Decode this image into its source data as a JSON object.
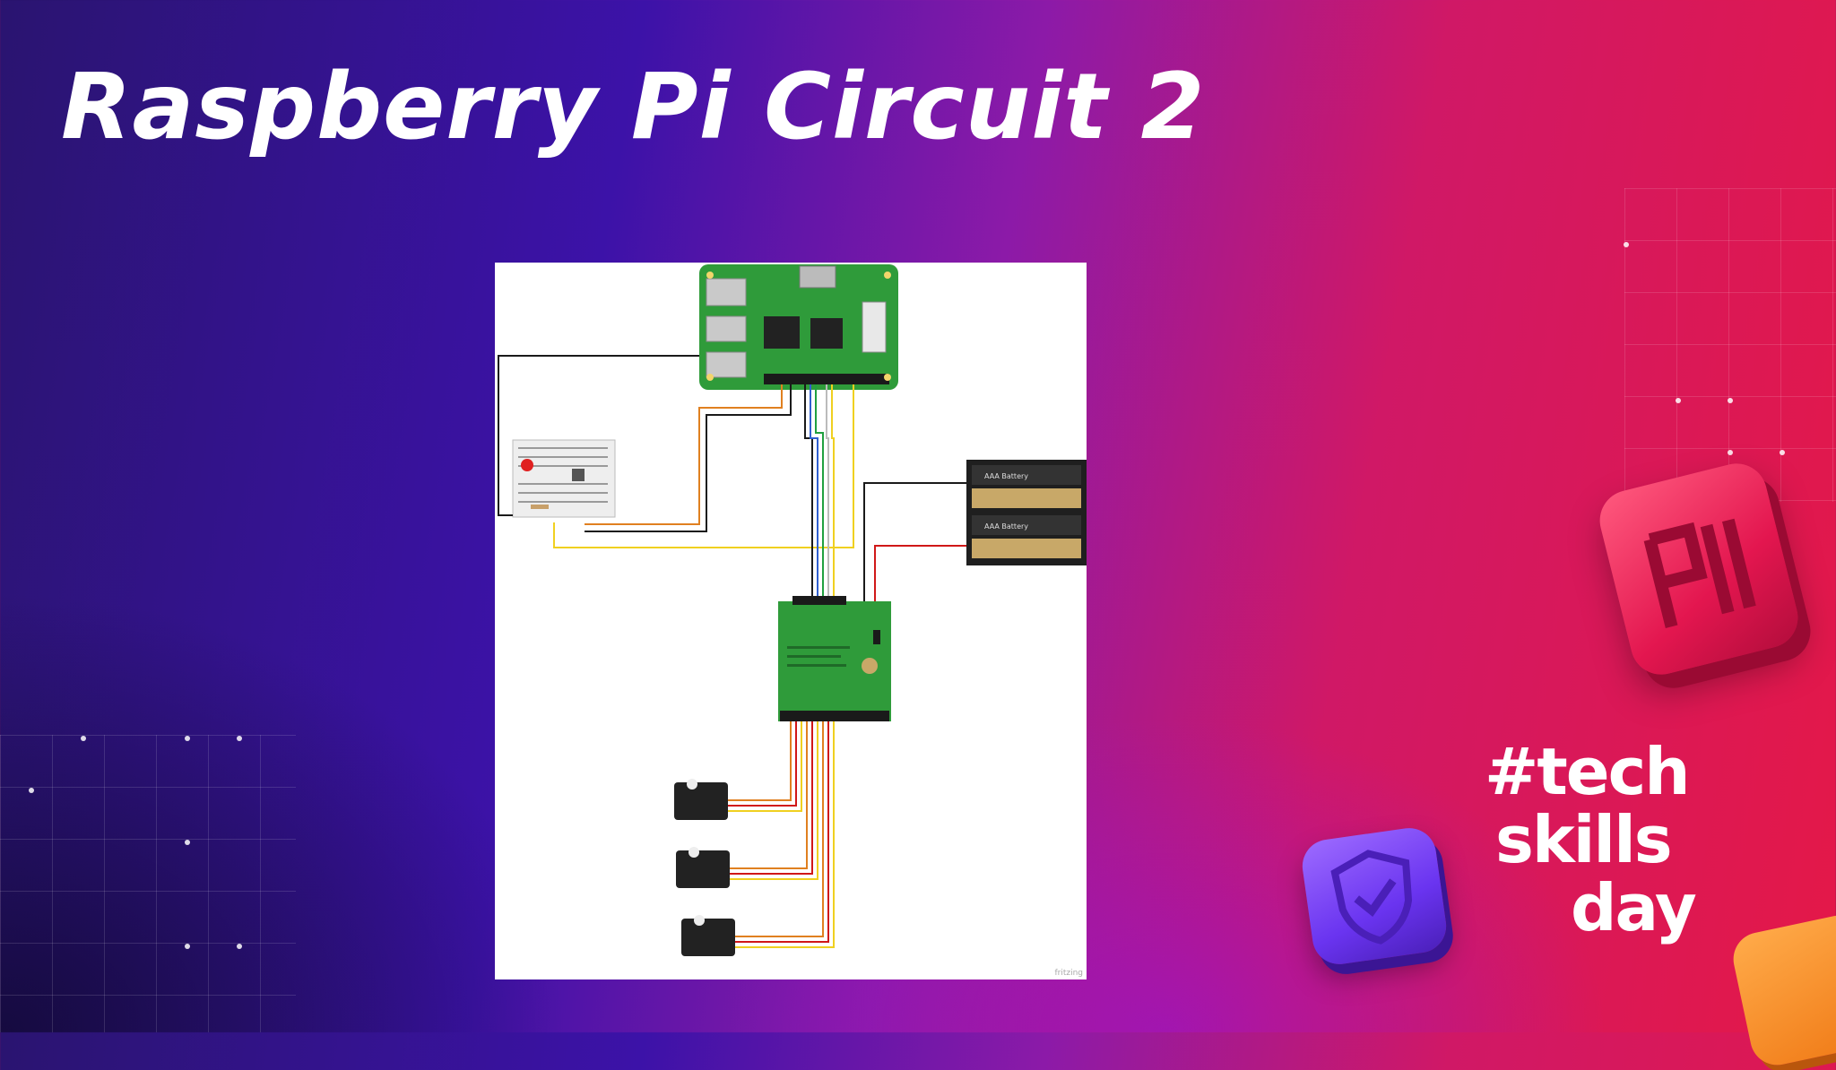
{
  "slide": {
    "title": "Raspberry Pi Circuit 2"
  },
  "diagram": {
    "battery_labels": [
      "AAA Battery",
      "AAA Battery"
    ],
    "watermark": "fritzing"
  },
  "branding": {
    "hashtag_line1": "#tech",
    "hashtag_line2": "skills",
    "hashtag_line3": "day",
    "icons": [
      "raspberry-pi-logo-icon",
      "shield-check-icon",
      "gear-icon"
    ]
  },
  "colors": {
    "board_green": "#2f9b3a",
    "wire_black": "#1a1a1a",
    "wire_red": "#d01818",
    "wire_yellow": "#f0d020",
    "wire_orange": "#e08020",
    "accent_pink": "#e3164f"
  }
}
